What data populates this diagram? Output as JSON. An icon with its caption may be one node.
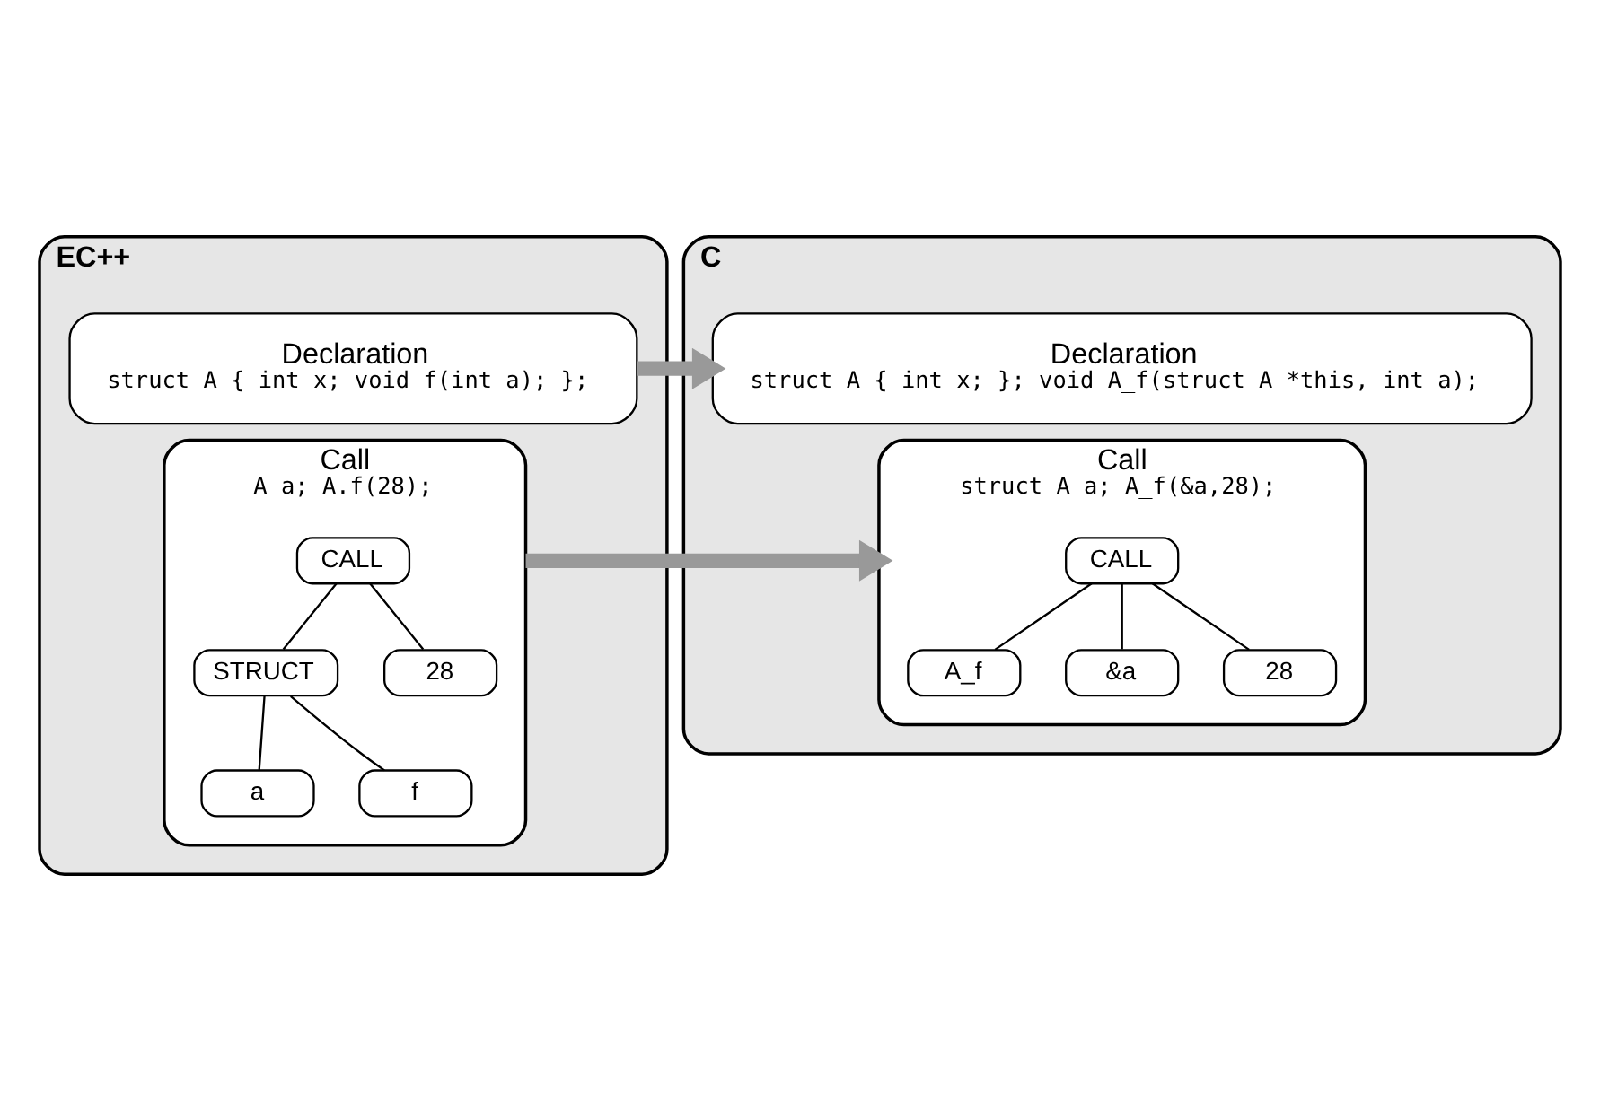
{
  "diagram": {
    "nodes": [
      {
        "text": [
          "EC++"
        ]
      },
      {
        "text": [
          "Declaration",
          "struct A { int x; void f(int a); };"
        ],
        "in": 0
      },
      {
        "text": [
          "Call",
          "A a; A.f(28);"
        ],
        "in": 0
      },
      {
        "text": [
          "CALL"
        ],
        "in": 2
      },
      {
        "text": [
          "STRUCT"
        ],
        "in": 2
      },
      {
        "text": [
          "28"
        ],
        "in": 2
      },
      {
        "text": [
          "a"
        ],
        "in": 2
      },
      {
        "text": [
          "f"
        ],
        "in": 2
      },
      {
        "text": [
          "C"
        ]
      },
      {
        "text": [
          "Declaration",
          "struct A { int x; }; void A_f(struct A *this, int a);"
        ],
        "in": 8
      },
      {
        "text": [
          "Call",
          "struct A a; A_f(&a,28);"
        ],
        "in": 8
      },
      {
        "text": [
          "CALL"
        ],
        "in": 10
      },
      {
        "text": [
          "A_f"
        ],
        "in": 10
      },
      {
        "text": [
          "&a"
        ],
        "in": 10
      },
      {
        "text": [
          "28"
        ],
        "in": 10
      }
    ],
    "edges": [
      {
        "from": 1,
        "to": 9,
        "arrow": "to",
        "style": "thick",
        "color": "#999999"
      },
      {
        "from": 2,
        "to": 10,
        "arrow": "to",
        "style": "thick",
        "color": "#999999"
      },
      {
        "from": 3,
        "to": 4,
        "arrow": "none"
      },
      {
        "from": 3,
        "to": 5,
        "arrow": "none"
      },
      {
        "from": 4,
        "to": 6,
        "arrow": "none"
      },
      {
        "from": 4,
        "to": 7,
        "arrow": "none"
      },
      {
        "from": 11,
        "to": 12,
        "arrow": "none"
      },
      {
        "from": 11,
        "to": 13,
        "arrow": "none"
      },
      {
        "from": 11,
        "to": 14,
        "arrow": "none"
      }
    ]
  }
}
